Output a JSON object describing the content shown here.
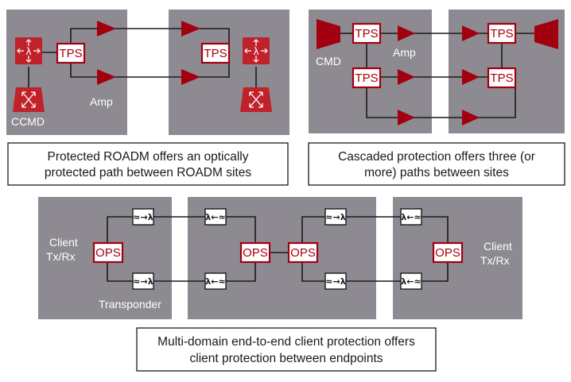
{
  "labels": {
    "tps": "TPS",
    "ops": "OPS",
    "amp": "Amp",
    "ccmd": "CCMD",
    "cmd": "CMD",
    "client_line1": "Client",
    "client_line2": "Tx/Rx",
    "transponder": "Transponder",
    "lambda_tx": "≈→λ",
    "lambda_rx": "λ←≈",
    "roadm_lambda": "λ"
  },
  "captions": {
    "protected_roadm": [
      "Protected ROADM offers an optically",
      "protected path between ROADM sites"
    ],
    "cascaded": [
      "Cascaded protection offers three (or",
      "more) paths between sites"
    ],
    "multi_domain": [
      "Multi-domain end-to-end client protection offers",
      "client protection between endpoints"
    ]
  },
  "colors": {
    "panel": "#8e8a92",
    "accent_red": "#a3000f",
    "node_red": "#c0212a"
  }
}
